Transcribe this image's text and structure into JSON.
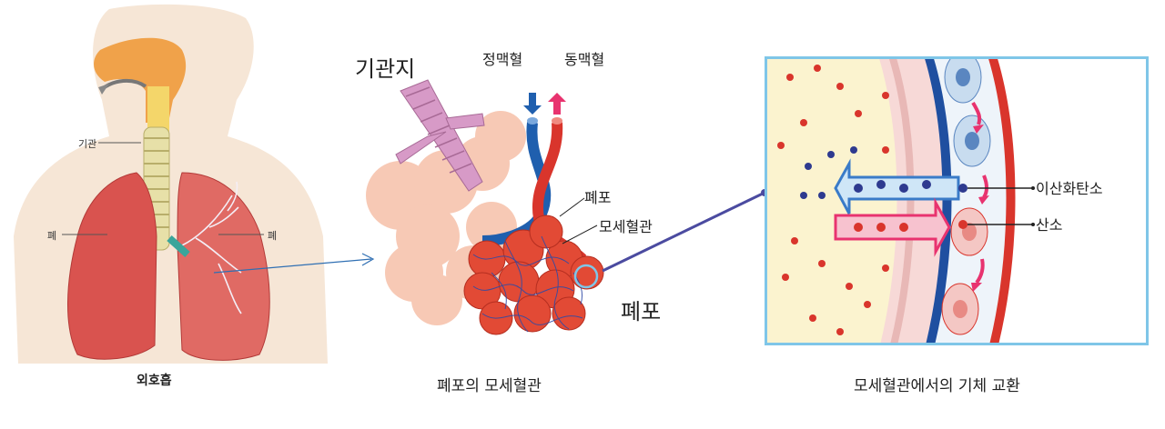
{
  "left": {
    "label_trachea": "기관",
    "label_lung_left": "폐",
    "label_lung_right": "폐",
    "caption": "외호흡"
  },
  "middle": {
    "label_bronchus": "기관지",
    "label_vein": "정맥혈",
    "label_artery": "동맥혈",
    "label_alveolus_small": "폐포",
    "label_capillary": "모세혈관",
    "label_alveolus_big": "폐포",
    "caption": "폐포의 모세혈관"
  },
  "right": {
    "label_co2": "이산화탄소",
    "label_o2": "산소",
    "caption": "모세혈관에서의 기체 교환"
  },
  "colors": {
    "vein": "#1f5fae",
    "artery": "#d9352c",
    "frame": "#7fc6e8",
    "connector": "#4b4ba0",
    "arrow_pink": "#e8336f"
  }
}
